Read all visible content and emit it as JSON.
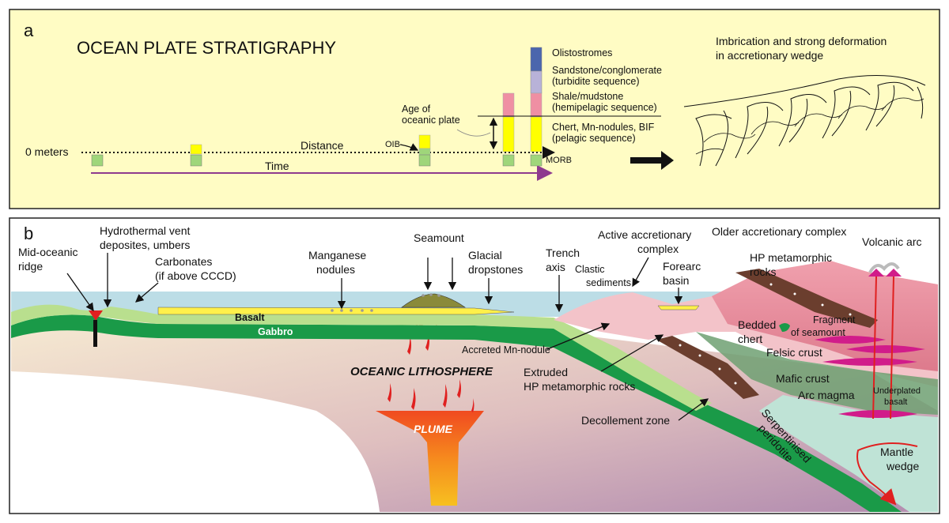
{
  "panel_a": {
    "letter": "a",
    "title": "OCEAN PLATE STRATIGRAPHY",
    "zero_label": "0 meters",
    "distance_label": "Distance",
    "time_label": "Time",
    "oib_label": "OIB",
    "morb_label": "MORB",
    "age_label_1": "Age of",
    "age_label_2": "oceanic plate",
    "legend": [
      {
        "line1": "Olistostromes",
        "line2": ""
      },
      {
        "line1": "Sandstone/conglomerate",
        "line2": "(turbidite sequence)"
      },
      {
        "line1": "Shale/mudstone",
        "line2": "(hemipelagic sequence)"
      },
      {
        "line1": "Chert, Mn-nodules, BIF",
        "line2": "(pelagic sequence)"
      }
    ],
    "deform_line1": "Imbrication and strong deformation",
    "deform_line2": "in accretionary wedge",
    "colors": {
      "background": "#fffcc4",
      "chert": "#ffff00",
      "basalt": "#9fd67a",
      "shale": "#ef8fa3",
      "sandstone": "#b8b2d8",
      "olistostrome": "#4b66ad",
      "time_arrow": "#8e3a8e"
    }
  },
  "panel_b": {
    "letter": "b",
    "labels": {
      "mor_1": "Mid-oceanic",
      "mor_2": "ridge",
      "vent_1": "Hydrothermal vent",
      "vent_2": "deposites, umbers",
      "carb_1": "Carbonates",
      "carb_2": "(if above CCCD)",
      "mn_1": "Manganese",
      "mn_2": "nodules",
      "seamount": "Seamount",
      "glacial_1": "Glacial",
      "glacial_2": "dropstones",
      "trench_1": "Trench",
      "trench_2": "axis",
      "clastic_1": "Clastic",
      "clastic_2": "sediments",
      "active_1": "Active accretionary",
      "active_2": "complex",
      "forearc_1": "Forearc",
      "forearc_2": "basin",
      "older": "Older accretionary complex",
      "volcanic_arc": "Volcanic arc",
      "hp_1": "HP metamorphic",
      "hp_2": "rocks",
      "fragment_1": "Fragment",
      "fragment_2": "of seamount",
      "bedded_1": "Bedded",
      "bedded_2": "chert",
      "felsic": "Felsic crust",
      "mafic": "Mafic crust",
      "arc_magma": "Arc magma",
      "underplated_1": "Underplated",
      "underplated_2": "basalt",
      "basalt": "Basalt",
      "gabbro": "Gabbro",
      "accreted": "Accreted Mn-nodule",
      "oceanic_lith": "OCEANIC LITHOSPHERE",
      "extruded_1": "Extruded",
      "extruded_2": "HP metamorphic rocks",
      "decollement": "Decollement zone",
      "serp_1": "Serpentinised",
      "serp_2": "peridotite",
      "mantle_1": "Mantle",
      "mantle_2": "wedge",
      "plume": "PLUME"
    },
    "colors": {
      "sea": "#bcdde6",
      "crust_light": "#b9df8e",
      "gabbro": "#1a9a48",
      "basalt": "#fff04a",
      "wedge": "#f3c3c9",
      "arc": "#e07c8e",
      "mantle": "#ecdcc6",
      "plume": "#f05a24",
      "hp_rocks": "#6b3e2e",
      "magma": "#d11c8a"
    }
  }
}
